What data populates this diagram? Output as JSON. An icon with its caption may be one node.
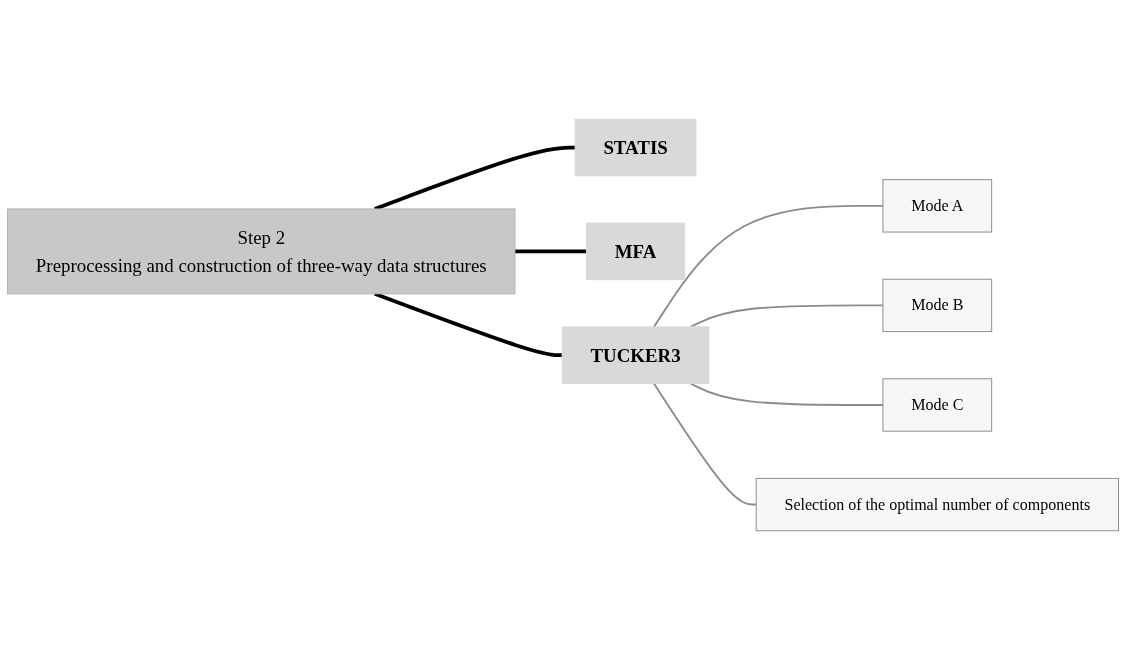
{
  "diagram": {
    "nodes": [
      {
        "text": [
          "Step 2",
          "Preprocessing and construction of three-way data structures"
        ]
      },
      {
        "text": [
          "STATIS"
        ]
      },
      {
        "text": [
          "MFA"
        ]
      },
      {
        "text": [
          "TUCKER3"
        ]
      },
      {
        "text": [
          "Mode A"
        ]
      },
      {
        "text": [
          "Mode B"
        ]
      },
      {
        "text": [
          "Mode C"
        ]
      },
      {
        "text": [
          "Selection of the optimal number of components"
        ]
      }
    ],
    "edges": [
      {
        "from": 0,
        "to": 1,
        "arrow": "none",
        "style": "thick",
        "color": "#000000"
      },
      {
        "from": 0,
        "to": 2,
        "arrow": "none",
        "style": "thick",
        "color": "#000000"
      },
      {
        "from": 0,
        "to": 3,
        "arrow": "none",
        "style": "thick",
        "color": "#000000"
      },
      {
        "from": 3,
        "to": 4,
        "arrow": "none"
      },
      {
        "from": 3,
        "to": 5,
        "arrow": "none"
      },
      {
        "from": 3,
        "to": 6,
        "arrow": "none"
      },
      {
        "from": 3,
        "to": 7,
        "arrow": "none"
      }
    ]
  }
}
